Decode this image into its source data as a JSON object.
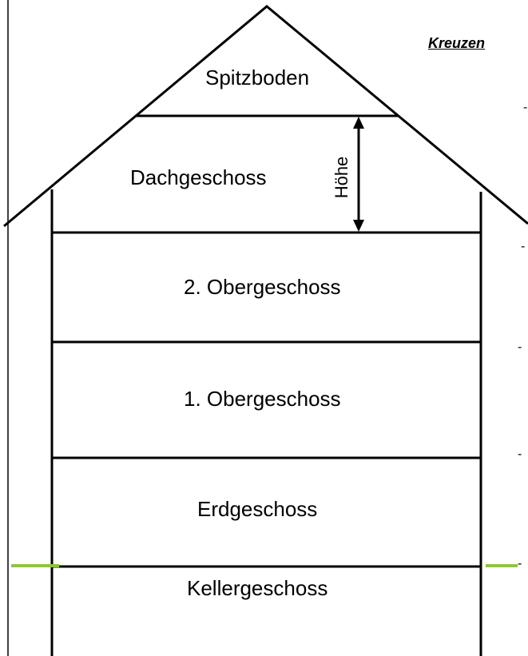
{
  "header": {
    "text": "Kreuzen"
  },
  "floors": {
    "spitzboden": "Spitzboden",
    "dachgeschoss": "Dachgeschoss",
    "obergeschoss_2": "2. Obergeschoss",
    "obergeschoss_1": "1. Obergeschoss",
    "erdgeschoss": "Erdgeschoss",
    "kellergeschoss": "Kellergeschoss"
  },
  "height_label": "Höhe",
  "dashes": [
    "-",
    "-",
    "-",
    "-",
    "-"
  ],
  "colors": {
    "line": "#000000",
    "ground": "#8cc63f"
  }
}
